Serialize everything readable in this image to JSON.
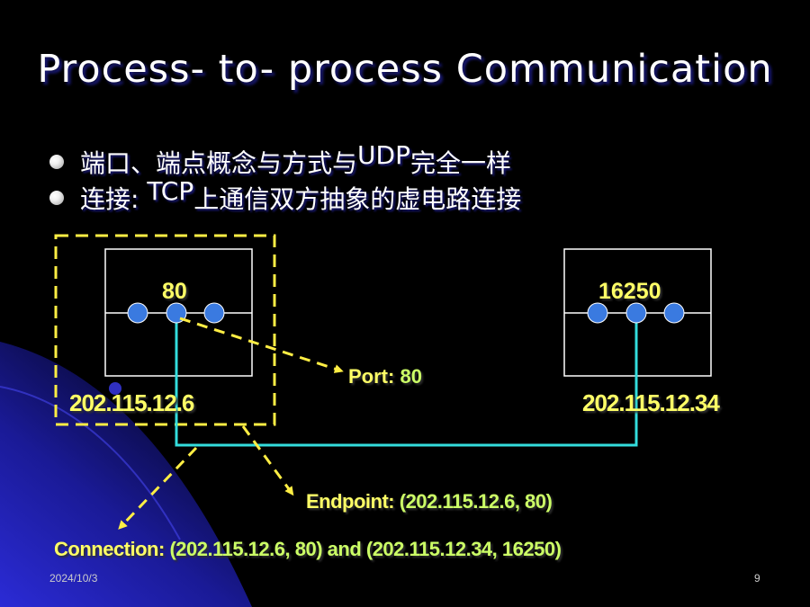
{
  "slide": {
    "title": "Process- to- process  Communication",
    "bullets": [
      {
        "text_before": "端口、端点概念与方式与",
        "raised": "UDP",
        "text_after": "完全一样"
      },
      {
        "text_before": "连接: ",
        "raised": "TCP",
        "text_after": "上通信双方抽象的虚电路连接"
      }
    ],
    "diagram": {
      "left_host": {
        "port": "80",
        "ip": "202.115.12.6"
      },
      "right_host": {
        "port": "16250",
        "ip": "202.115.12.34"
      },
      "port_label": {
        "key": "Port: ",
        "value": "80"
      },
      "endpoint_label": {
        "key": "Endpoint: ",
        "value": "(202.115.12.6, 80)"
      },
      "connection_label": {
        "key": "Connection: ",
        "value": "(202.115.12.6, 80) and (202.115.12.34, 16250)"
      }
    },
    "footer": {
      "date": "2024/10/3",
      "page": "9"
    },
    "colors": {
      "background": "#000000",
      "corner_blue": "#1a1a9a",
      "label_yellow": "#ffff66",
      "label_green": "#ccff66",
      "connection_line": "#33dddd",
      "port_circle": "#3a7ae0"
    }
  }
}
